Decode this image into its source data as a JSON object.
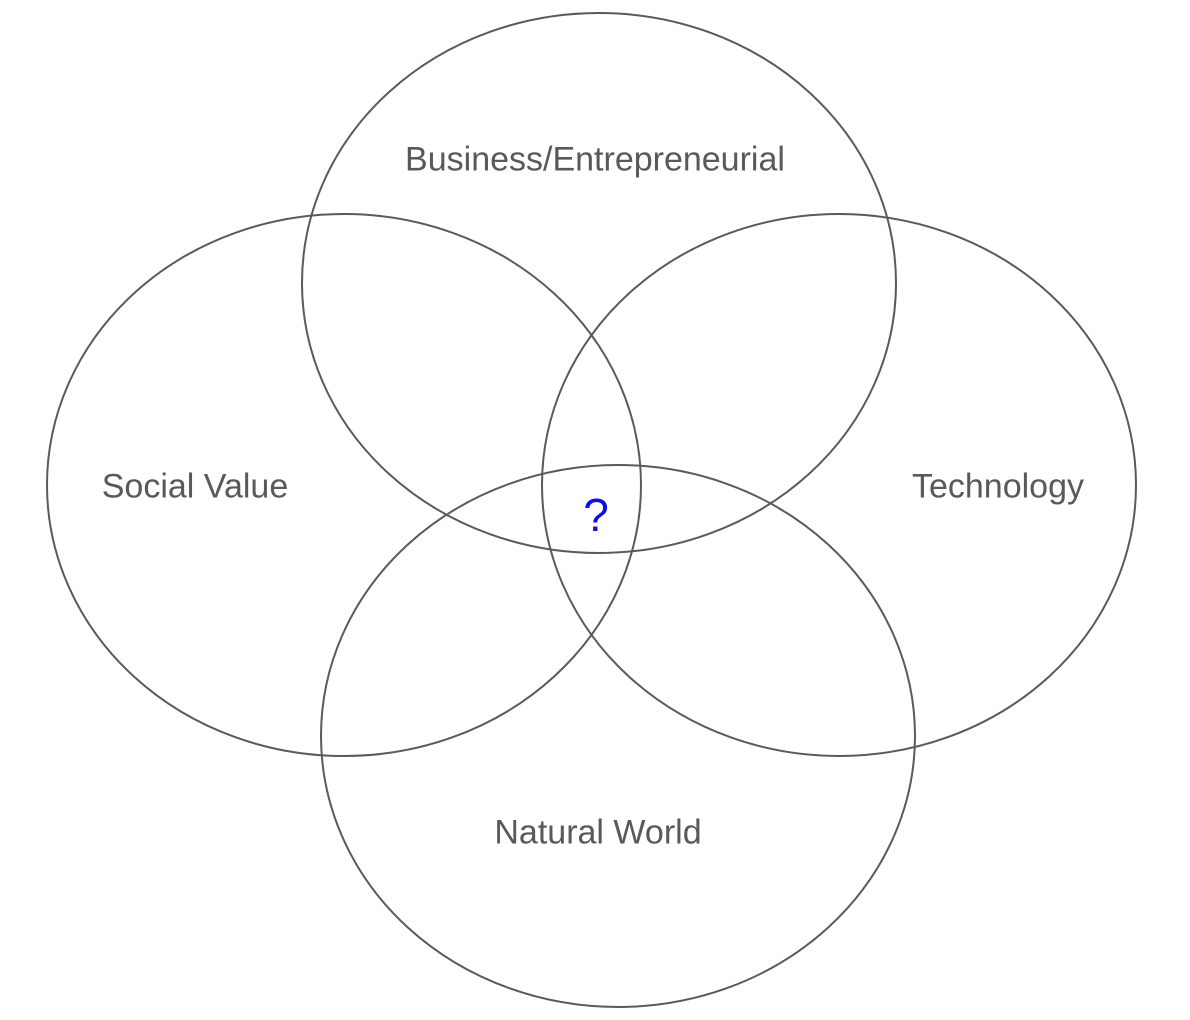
{
  "diagram": {
    "type": "venn",
    "sets": [
      {
        "id": "business",
        "label": "Business/Entrepreneurial"
      },
      {
        "id": "social",
        "label": "Social Value"
      },
      {
        "id": "technology",
        "label": "Technology"
      },
      {
        "id": "natural",
        "label": "Natural World"
      }
    ],
    "intersection_label": "?",
    "colors": {
      "stroke": "#5a5a5a",
      "text": "#595959",
      "intersection": "#1010e0"
    }
  }
}
